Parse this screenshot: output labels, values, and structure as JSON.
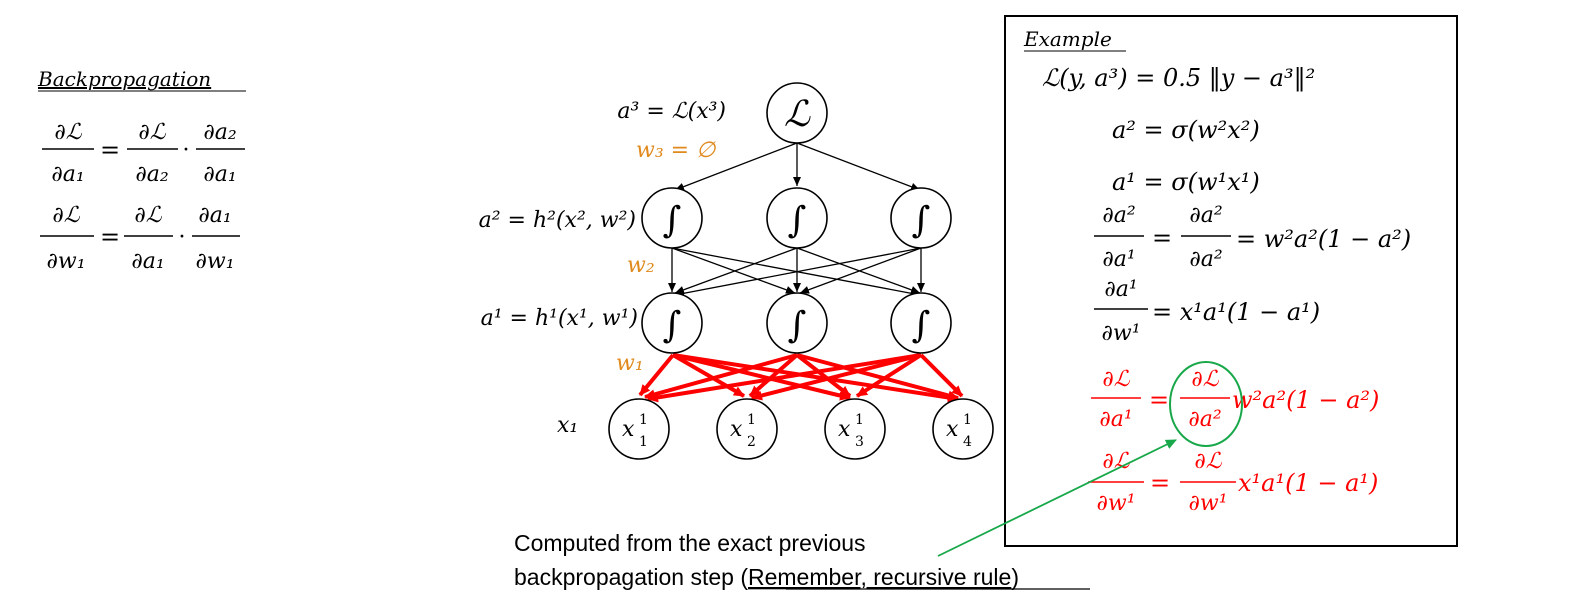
{
  "left_panel": {
    "title": "Backpropagation",
    "eq1": {
      "lhs_num": "∂ℒ",
      "lhs_den": "∂a₁",
      "r1_num": "∂ℒ",
      "r1_den": "∂a₂",
      "r2_num": "∂a₂",
      "r2_den": "∂a₁"
    },
    "eq2": {
      "lhs_num": "∂ℒ",
      "lhs_den": "∂w₁",
      "r1_num": "∂ℒ",
      "r1_den": "∂a₁",
      "r2_num": "∂a₁",
      "r2_den": "∂w₁"
    }
  },
  "network": {
    "label_a3": "a³ = ℒ(x³)",
    "label_w3": "w₃ = ∅",
    "label_a2": "a² = h²(x², w²)",
    "label_w2": "w₂",
    "label_a1": "a¹ = h¹(x¹, w¹)",
    "label_w1": "w₁",
    "label_x1": "x₁",
    "loss_symbol": "ℒ",
    "sigmoid_symbol": "∫",
    "inputs": [
      {
        "base": "x",
        "sup": "1",
        "sub": "1"
      },
      {
        "base": "x",
        "sup": "1",
        "sub": "2"
      },
      {
        "base": "x",
        "sup": "1",
        "sub": "3"
      },
      {
        "base": "x",
        "sup": "1",
        "sub": "4"
      }
    ]
  },
  "example": {
    "title": "Example",
    "eq_loss": "ℒ(y, a³) = 0.5 ‖y − a³‖²",
    "eq_a2": "a² = σ(w²x²)",
    "eq_a1": "a¹ = σ(w¹x¹)",
    "deriv1": {
      "n1": "∂a²",
      "d1": "∂a¹",
      "n2": "∂a²",
      "d2": "∂a²",
      "rhs": "= w²a²(1 − a²)"
    },
    "deriv2": {
      "n1": "∂a¹",
      "d1": "∂w¹",
      "rhs": "= x¹a¹(1 − a¹)"
    },
    "red1": {
      "n1": "∂ℒ",
      "d1": "∂a¹",
      "n2": "∂ℒ",
      "d2": "∂a²",
      "rhs": "w²a²(1 − a²)"
    },
    "red2": {
      "n1": "∂ℒ",
      "d1": "∂w¹",
      "n2": "∂ℒ",
      "d2": "∂w¹",
      "rhs": "x¹a¹(1 − a¹)"
    }
  },
  "caption": {
    "line1": "Computed from the exact previous",
    "line2_prefix": "backpropagation step (",
    "line2_link": "Remember, recursive rule",
    "line2_suffix": ")"
  },
  "colors": {
    "black": "#000000",
    "orange": "#e08a1e",
    "red": "#ff0000",
    "green": "#18a84a"
  }
}
